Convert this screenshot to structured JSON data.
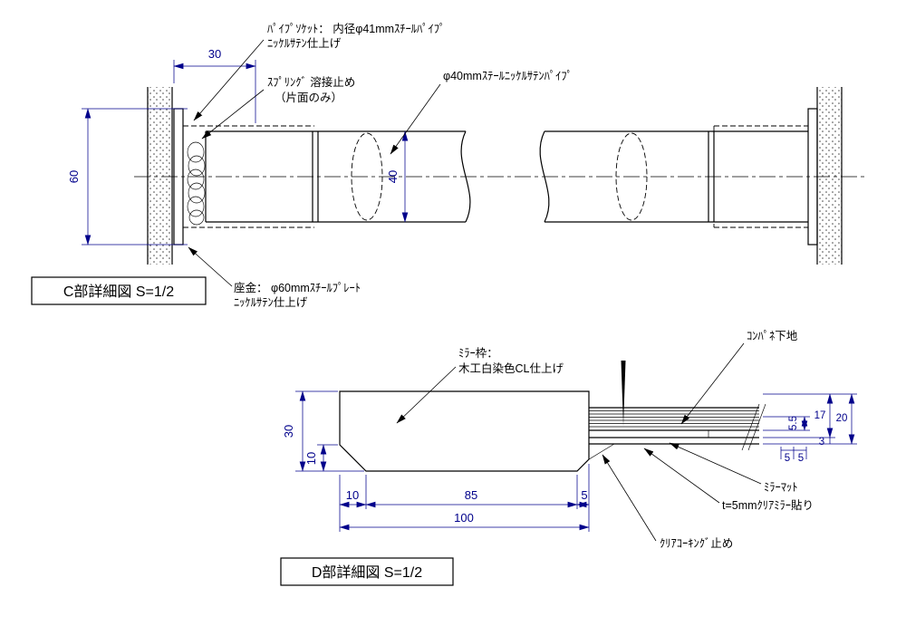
{
  "page": {
    "background": "#ffffff"
  },
  "colors": {
    "line": "#000000",
    "dimension": "#00008b"
  },
  "detail_c": {
    "title": "C部詳細図 S=1/2",
    "labels": {
      "socket_line1": "ﾊﾟｲﾌﾟｿｹｯﾄ： 内径φ41mmｽﾁｰﾙﾊﾟｲﾌﾟ",
      "socket_line2": "ﾆｯｹﾙｻﾃﾝ仕上げ",
      "spring_line1": "ｽﾌﾟﾘﾝｸﾞ 溶接止め",
      "spring_line2": "（片面のみ）",
      "pipe": "φ40mmｽﾃｰﾙﾆｯｹﾙｻﾃﾝﾊﾟｲﾌﾟ",
      "washer_line1": "座金： φ60mmｽﾁｰﾙﾌﾟﾚｰﾄ",
      "washer_line2": "ﾆｯｹﾙｻﾃﾝ仕上げ"
    },
    "dimensions": {
      "socket_inset": "30",
      "washer_dia": "60",
      "pipe_dia": "40"
    }
  },
  "detail_d": {
    "title": "D部詳細図 S=1/2",
    "labels": {
      "frame_line1": "ﾐﾗｰ枠：",
      "frame_line2": "木工白染色CL仕上げ",
      "plywood": "ｺﾝﾊﾟﾈ下地",
      "mirror_mat": "ﾐﾗｰﾏｯﾄ",
      "mirror": "t=5mmｸﾘｱﾐﾗｰ貼り",
      "caulking": "ｸﾘｱｺｰｷﾝｸﾞ止め"
    },
    "dimensions": {
      "frame_height": "30",
      "bevel_height": "10",
      "bevel_width": "10",
      "flat_width": "85",
      "edge_width": "5",
      "total_width": "100",
      "ply_thick": "5.5",
      "stack_17": "17",
      "stack_20": "20",
      "gap_3": "3",
      "mat_5": "5",
      "mirror_5": "5"
    }
  }
}
